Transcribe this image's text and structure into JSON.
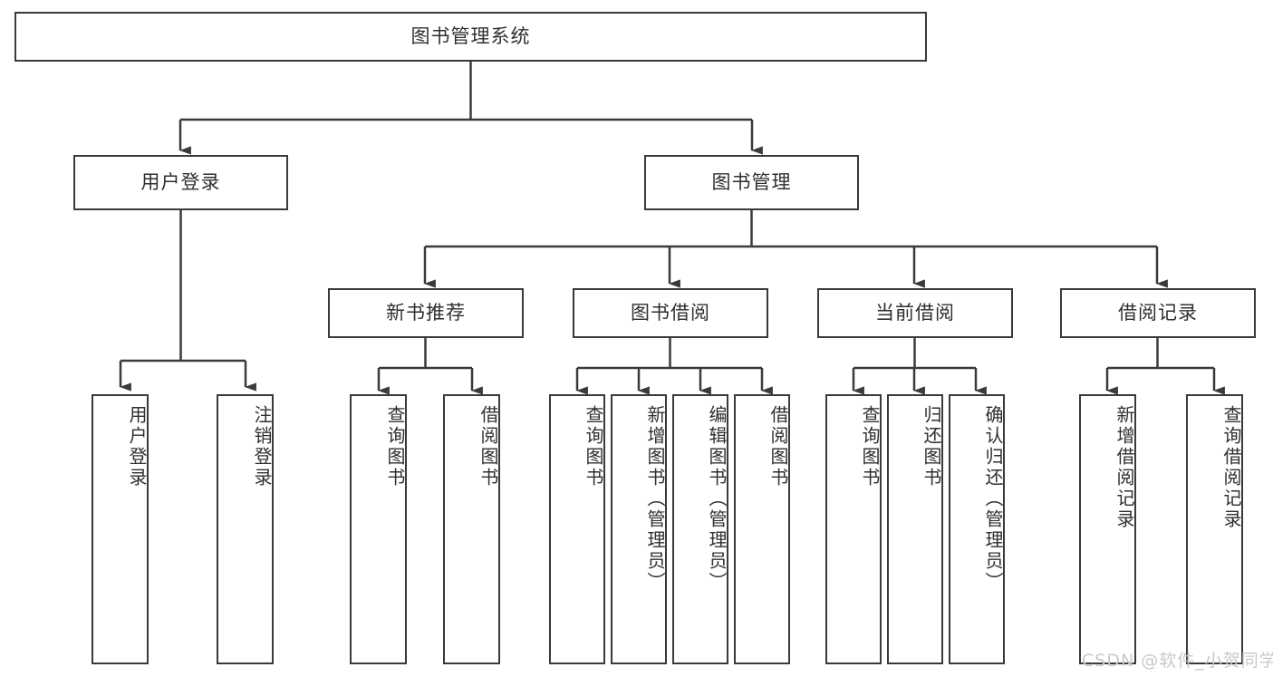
{
  "diagram": {
    "title": "图书管理系统",
    "type": "tree-hierarchy-diagram",
    "colors": {
      "stroke": "#3a3a3a",
      "fill": "#ffffff",
      "text": "#2f2f2f",
      "watermark": "#c9c9c9"
    }
  },
  "root": {
    "label": "图书管理系统"
  },
  "level2": [
    {
      "label": "用户登录"
    },
    {
      "label": "图书管理"
    }
  ],
  "level3": [
    {
      "label": "新书推荐"
    },
    {
      "label": "图书借阅"
    },
    {
      "label": "当前借阅"
    },
    {
      "label": "借阅记录"
    }
  ],
  "leaves": {
    "user_login": [
      {
        "label": "用户登录"
      },
      {
        "label": "注销登录"
      }
    ],
    "new_book": [
      {
        "label": "查询图书"
      },
      {
        "label": "借阅图书"
      }
    ],
    "book_borrow": [
      {
        "label": "查询图书"
      },
      {
        "label": "新增图书（管理员）"
      },
      {
        "label": "编辑图书（管理员）"
      },
      {
        "label": "借阅图书"
      }
    ],
    "current_borrow": [
      {
        "label": "查询图书"
      },
      {
        "label": "归还图书"
      },
      {
        "label": "确认归还（管理员）"
      }
    ],
    "borrow_record": [
      {
        "label": "新增借阅记录"
      },
      {
        "label": "查询借阅记录"
      }
    ]
  },
  "watermark": {
    "text": "CSDN @软件_小贺同学"
  }
}
